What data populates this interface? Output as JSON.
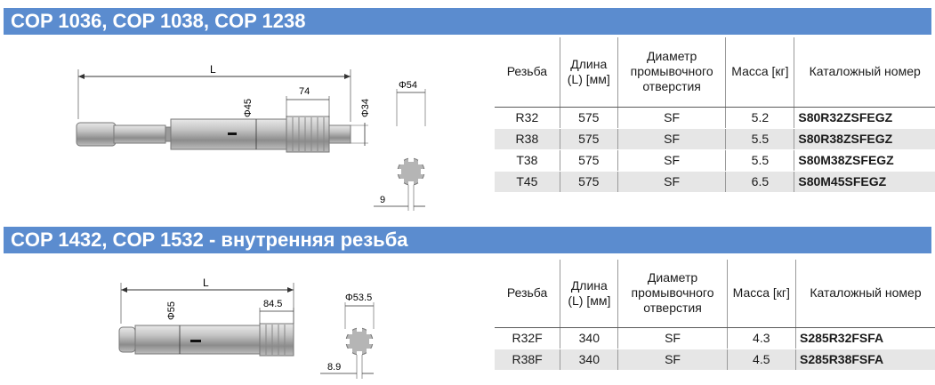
{
  "section1": {
    "title": "COP 1036, COP 1038, COP 1238",
    "drawing": {
      "length_label": "L",
      "dia_shaft": "Φ45",
      "spline_len": "74",
      "dia_thread": "Φ34",
      "dia_face": "Φ54",
      "key_width": "9"
    },
    "table": {
      "headers": [
        "Резьба",
        "Длина (L) [мм]",
        "Диаметр промывочного отверстия",
        "Масса [кг]",
        "Каталожный номер"
      ],
      "rows": [
        [
          "R32",
          "575",
          "SF",
          "5.2",
          "S80R32ZSFEGZ"
        ],
        [
          "R38",
          "575",
          "SF",
          "5.5",
          "S80R38ZSFEGZ"
        ],
        [
          "T38",
          "575",
          "SF",
          "5.5",
          "S80M38ZSFEGZ"
        ],
        [
          "T45",
          "575",
          "SF",
          "6.5",
          "S80M45SFEGZ"
        ]
      ]
    }
  },
  "section2": {
    "title": "COP 1432, COP 1532 - внутренняя резьба",
    "drawing": {
      "length_label": "L",
      "dia_shaft": "Φ55",
      "spline_len": "84.5",
      "dia_face": "Φ53.5",
      "key_width": "8.9"
    },
    "table": {
      "headers": [
        "Резьба",
        "Длина (L) [мм]",
        "Диаметр промывочного отверстия",
        "Масса [кг]",
        "Каталожный номер"
      ],
      "rows": [
        [
          "R32F",
          "340",
          "SF",
          "4.3",
          "S285R32FSFA"
        ],
        [
          "R38F",
          "340",
          "SF",
          "4.5",
          "S285R38FSFA"
        ]
      ]
    }
  },
  "colors": {
    "header_bg": "#5b8ccf",
    "row_alt": "#e6e6e6"
  }
}
